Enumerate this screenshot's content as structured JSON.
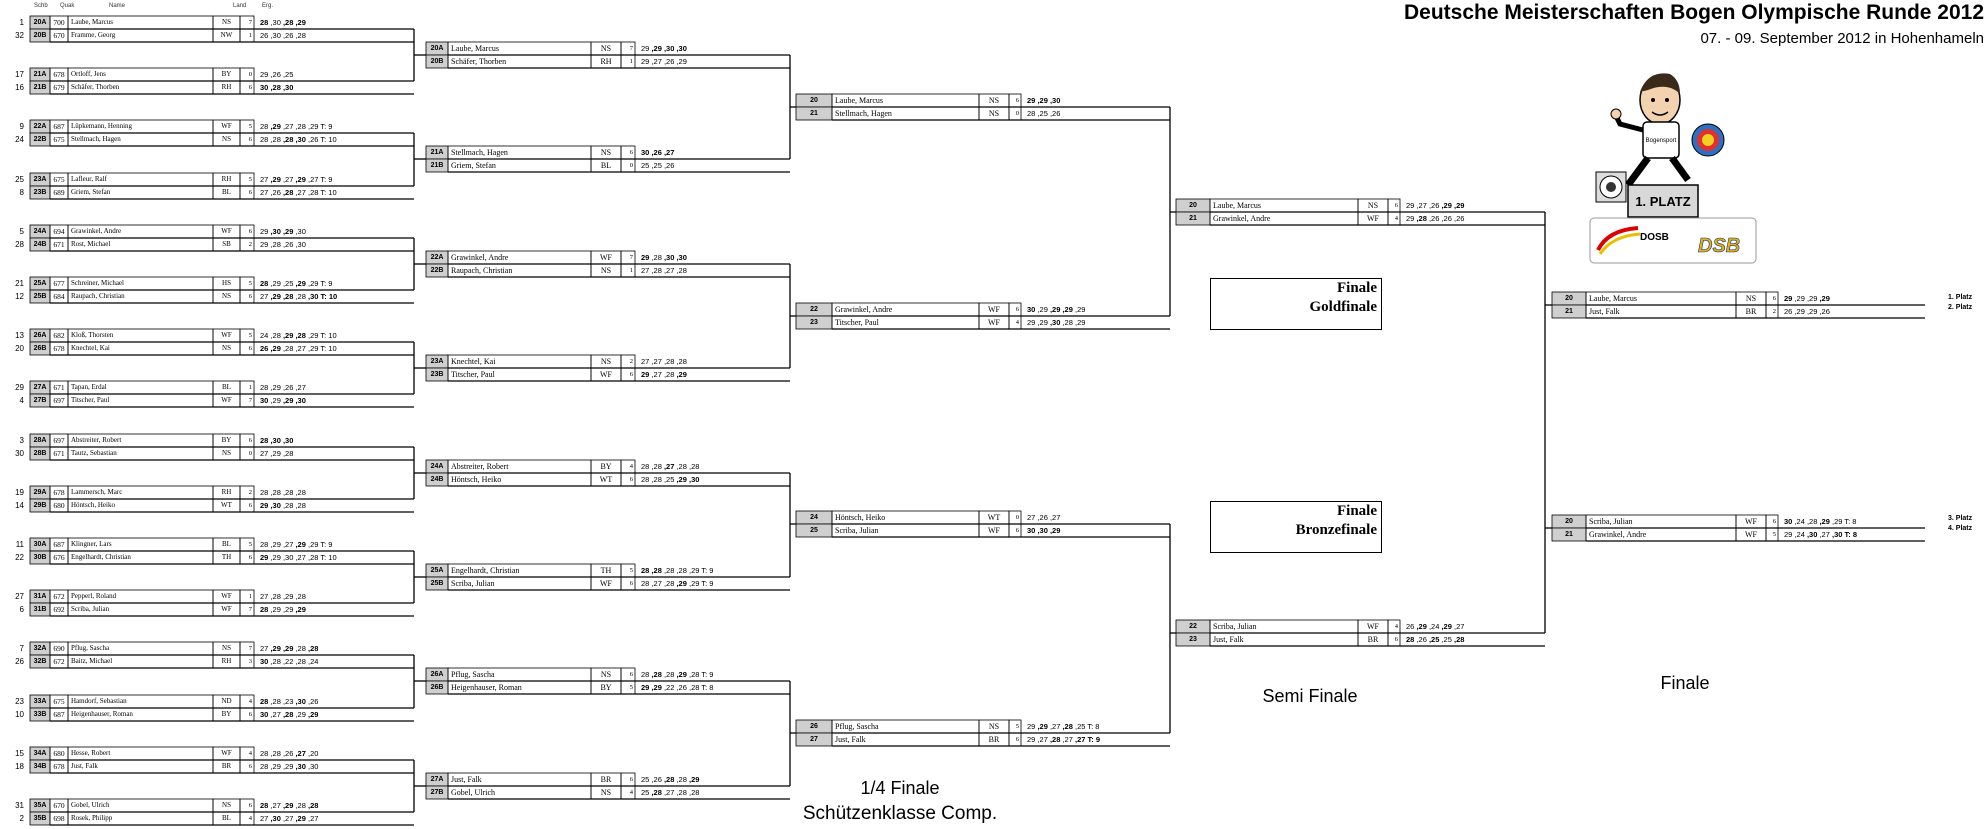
{
  "header": {
    "title": "Deutsche Meisterschaften Bogen Olympische Runde 2012",
    "subtitle": "07. - 09. September 2012 in Hohenhameln",
    "cols": {
      "schb": "Schb",
      "qual": "Quak",
      "name": "Name",
      "land": "Land",
      "erg": "Erg."
    }
  },
  "round1": [
    {
      "seed": "1",
      "code": "20A",
      "qual": "700",
      "name": "Laube, Marcus",
      "land": "NS",
      "sp": "7",
      "ends": [
        "28",
        ",30",
        ",28",
        ",29"
      ],
      "bold": [
        1,
        0,
        1,
        1
      ]
    },
    {
      "seed": "32",
      "code": "20B",
      "qual": "670",
      "name": "Framme, Georg",
      "land": "NW",
      "sp": "1",
      "ends": [
        "26",
        ",30",
        ",26",
        ",28"
      ],
      "bold": [
        0,
        0,
        0,
        0
      ]
    },
    {
      "seed": "17",
      "code": "21A",
      "qual": "678",
      "name": "Ortloff, Jens",
      "land": "BY",
      "sp": "0",
      "ends": [
        "29",
        ",26",
        ",25"
      ],
      "bold": [
        0,
        0,
        0
      ]
    },
    {
      "seed": "16",
      "code": "21B",
      "qual": "679",
      "name": "Schäfer, Thorben",
      "land": "RH",
      "sp": "6",
      "ends": [
        "30",
        ",28",
        ",30"
      ],
      "bold": [
        1,
        1,
        1
      ]
    },
    {
      "seed": "9",
      "code": "22A",
      "qual": "687",
      "name": "Lüpkemann, Henning",
      "land": "WF",
      "sp": "5",
      "ends": [
        "28",
        ",29",
        ",27",
        ",28",
        ",29 T: 9"
      ],
      "bold": [
        0,
        1,
        0,
        0,
        0
      ]
    },
    {
      "seed": "24",
      "code": "22B",
      "qual": "675",
      "name": "Stellmach, Hagen",
      "land": "NS",
      "sp": "6",
      "ends": [
        "28",
        ",28",
        ",28",
        ",30",
        ",26 T: 10"
      ],
      "bold": [
        0,
        0,
        1,
        1,
        0
      ]
    },
    {
      "seed": "25",
      "code": "23A",
      "qual": "675",
      "name": "Lafleur, Ralf",
      "land": "RH",
      "sp": "5",
      "ends": [
        "27",
        ",29",
        ",27",
        ",29",
        ",27 T: 9"
      ],
      "bold": [
        0,
        1,
        0,
        1,
        0
      ]
    },
    {
      "seed": "8",
      "code": "23B",
      "qual": "689",
      "name": "Griem, Stefan",
      "land": "BL",
      "sp": "6",
      "ends": [
        "27",
        ",26",
        ",28",
        ",27",
        ",28 T: 10"
      ],
      "bold": [
        0,
        0,
        1,
        0,
        0
      ]
    },
    {
      "seed": "5",
      "code": "24A",
      "qual": "694",
      "name": "Grawinkel, Andre",
      "land": "WF",
      "sp": "6",
      "ends": [
        "29",
        ",30",
        ",29",
        ",30"
      ],
      "bold": [
        0,
        1,
        1,
        0
      ]
    },
    {
      "seed": "28",
      "code": "24B",
      "qual": "671",
      "name": "Rost, Michael",
      "land": "SB",
      "sp": "2",
      "ends": [
        "29",
        ",28",
        ",26",
        ",30"
      ],
      "bold": [
        0,
        0,
        0,
        0
      ]
    },
    {
      "seed": "21",
      "code": "25A",
      "qual": "677",
      "name": "Schreiner, Michael",
      "land": "HS",
      "sp": "5",
      "ends": [
        "28",
        ",29",
        ",25",
        ",29",
        ",29 T: 9"
      ],
      "bold": [
        1,
        0,
        0,
        1,
        0
      ]
    },
    {
      "seed": "12",
      "code": "25B",
      "qual": "684",
      "name": "Raupach, Christian",
      "land": "NS",
      "sp": "6",
      "ends": [
        "27",
        ",29",
        ",28",
        ",28",
        ",30 T: 10"
      ],
      "bold": [
        0,
        1,
        1,
        0,
        1
      ]
    },
    {
      "seed": "13",
      "code": "26A",
      "qual": "682",
      "name": "Kloß, Thorsten",
      "land": "WF",
      "sp": "5",
      "ends": [
        "24",
        ",28",
        ",29",
        ",28",
        ",29 T: 10"
      ],
      "bold": [
        0,
        0,
        1,
        1,
        0
      ]
    },
    {
      "seed": "20",
      "code": "26B",
      "qual": "678",
      "name": "Knechtel, Kai",
      "land": "NS",
      "sp": "6",
      "ends": [
        "26",
        ",29",
        ",28",
        ",27",
        ",29 T: 10"
      ],
      "bold": [
        1,
        1,
        0,
        0,
        0
      ]
    },
    {
      "seed": "29",
      "code": "27A",
      "qual": "671",
      "name": "Tapan, Erdal",
      "land": "BL",
      "sp": "1",
      "ends": [
        "28",
        ",29",
        ",26",
        ",27"
      ],
      "bold": [
        0,
        0,
        0,
        0
      ]
    },
    {
      "seed": "4",
      "code": "27B",
      "qual": "697",
      "name": "Titscher, Paul",
      "land": "WF",
      "sp": "7",
      "ends": [
        "30",
        ",29",
        ",29",
        ",30"
      ],
      "bold": [
        1,
        0,
        1,
        1
      ]
    },
    {
      "seed": "3",
      "code": "28A",
      "qual": "697",
      "name": "Abstreiter, Robert",
      "land": "BY",
      "sp": "6",
      "ends": [
        "28",
        ",30",
        ",30"
      ],
      "bold": [
        1,
        1,
        1
      ]
    },
    {
      "seed": "30",
      "code": "28B",
      "qual": "671",
      "name": "Tautz, Sebastian",
      "land": "NS",
      "sp": "0",
      "ends": [
        "27",
        ",29",
        ",28"
      ],
      "bold": [
        0,
        0,
        0
      ]
    },
    {
      "seed": "19",
      "code": "29A",
      "qual": "678",
      "name": "Lammersch, Marc",
      "land": "RH",
      "sp": "2",
      "ends": [
        "28",
        ",28",
        ",28",
        ",28"
      ],
      "bold": [
        0,
        0,
        0,
        0
      ]
    },
    {
      "seed": "14",
      "code": "29B",
      "qual": "680",
      "name": "Höntsch, Heiko",
      "land": "WT",
      "sp": "6",
      "ends": [
        "29",
        ",30",
        ",28",
        ",28"
      ],
      "bold": [
        1,
        1,
        0,
        0
      ]
    },
    {
      "seed": "11",
      "code": "30A",
      "qual": "687",
      "name": "Klingner, Lars",
      "land": "BL",
      "sp": "5",
      "ends": [
        "28",
        ",29",
        ",27",
        ",29",
        ",29 T: 9"
      ],
      "bold": [
        0,
        0,
        0,
        1,
        0
      ]
    },
    {
      "seed": "22",
      "code": "30B",
      "qual": "676",
      "name": "Engelhardt, Christian",
      "land": "TH",
      "sp": "6",
      "ends": [
        "29",
        ",29",
        ",30",
        ",27",
        ",28 T: 10"
      ],
      "bold": [
        1,
        0,
        0,
        0,
        0
      ]
    },
    {
      "seed": "27",
      "code": "31A",
      "qual": "672",
      "name": "Pepperl, Roland",
      "land": "WF",
      "sp": "1",
      "ends": [
        "27",
        ",28",
        ",29",
        ",28"
      ],
      "bold": [
        0,
        0,
        0,
        0
      ]
    },
    {
      "seed": "6",
      "code": "31B",
      "qual": "692",
      "name": "Scriba, Julian",
      "land": "WF",
      "sp": "7",
      "ends": [
        "28",
        ",29",
        ",29",
        ",29"
      ],
      "bold": [
        1,
        0,
        0,
        1
      ]
    },
    {
      "seed": "7",
      "code": "32A",
      "qual": "690",
      "name": "Pflug, Sascha",
      "land": "NS",
      "sp": "7",
      "ends": [
        "27",
        ",29",
        ",29",
        ",28",
        ",28"
      ],
      "bold": [
        0,
        1,
        1,
        0,
        1
      ]
    },
    {
      "seed": "26",
      "code": "32B",
      "qual": "672",
      "name": "Baitz, Michael",
      "land": "RH",
      "sp": "3",
      "ends": [
        "30",
        ",28",
        ",22",
        ",28",
        ",24"
      ],
      "bold": [
        1,
        0,
        0,
        0,
        0
      ]
    },
    {
      "seed": "23",
      "code": "33A",
      "qual": "675",
      "name": "Hamdorf, Sebastian",
      "land": "ND",
      "sp": "4",
      "ends": [
        "28",
        ",28",
        ",23",
        ",30",
        ",26"
      ],
      "bold": [
        1,
        0,
        0,
        1,
        0
      ]
    },
    {
      "seed": "10",
      "code": "33B",
      "qual": "687",
      "name": "Heigenhauser, Roman",
      "land": "BY",
      "sp": "6",
      "ends": [
        "30",
        ",27",
        ",28",
        ",29",
        ",29"
      ],
      "bold": [
        1,
        0,
        1,
        0,
        1
      ]
    },
    {
      "seed": "15",
      "code": "34A",
      "qual": "680",
      "name": "Hesse, Robert",
      "land": "WF",
      "sp": "4",
      "ends": [
        "28",
        ",28",
        ",26",
        ",27",
        ",20"
      ],
      "bold": [
        0,
        0,
        0,
        1,
        0
      ]
    },
    {
      "seed": "18",
      "code": "34B",
      "qual": "678",
      "name": "Just, Falk",
      "land": "BR",
      "sp": "6",
      "ends": [
        "28",
        ",29",
        ",29",
        ",30",
        ",30"
      ],
      "bold": [
        0,
        0,
        0,
        1,
        0
      ]
    },
    {
      "seed": "31",
      "code": "35A",
      "qual": "670",
      "name": "Gobel, Ulrich",
      "land": "NS",
      "sp": "6",
      "ends": [
        "28",
        ",27",
        ",29",
        ",28",
        ",28"
      ],
      "bold": [
        1,
        0,
        1,
        0,
        1
      ]
    },
    {
      "seed": "2",
      "code": "35B",
      "qual": "698",
      "name": "Rosek, Philipp",
      "land": "BL",
      "sp": "4",
      "ends": [
        "27",
        ",30",
        ",27",
        ",29",
        ",27"
      ],
      "bold": [
        0,
        1,
        0,
        1,
        0
      ]
    }
  ],
  "round2": [
    {
      "code": "20A",
      "name": "Laube, Marcus",
      "land": "NS",
      "sp": "7",
      "ends": [
        "29",
        ",29",
        ",30",
        ",30"
      ],
      "bold": [
        0,
        1,
        1,
        1
      ]
    },
    {
      "code": "20B",
      "name": "Schäfer, Thorben",
      "land": "RH",
      "sp": "1",
      "ends": [
        "29",
        ",27",
        ",26",
        ",29"
      ],
      "bold": [
        0,
        0,
        0,
        0
      ]
    },
    {
      "code": "21A",
      "name": "Stellmach, Hagen",
      "land": "NS",
      "sp": "6",
      "ends": [
        "30",
        ",26",
        ",27"
      ],
      "bold": [
        1,
        1,
        1
      ]
    },
    {
      "code": "21B",
      "name": "Griem, Stefan",
      "land": "BL",
      "sp": "0",
      "ends": [
        "25",
        ",25",
        ",26"
      ],
      "bold": [
        0,
        0,
        0
      ]
    },
    {
      "code": "22A",
      "name": "Grawinkel, Andre",
      "land": "WF",
      "sp": "7",
      "ends": [
        "29",
        ",28",
        ",30",
        ",30"
      ],
      "bold": [
        1,
        0,
        1,
        1
      ]
    },
    {
      "code": "22B",
      "name": "Raupach, Christian",
      "land": "NS",
      "sp": "1",
      "ends": [
        "27",
        ",28",
        ",27",
        ",28"
      ],
      "bold": [
        0,
        0,
        0,
        0
      ]
    },
    {
      "code": "23A",
      "name": "Knechtel, Kai",
      "land": "NS",
      "sp": "2",
      "ends": [
        "27",
        ",27",
        ",28",
        ",28"
      ],
      "bold": [
        0,
        0,
        0,
        0
      ]
    },
    {
      "code": "23B",
      "name": "Titscher, Paul",
      "land": "WF",
      "sp": "6",
      "ends": [
        "29",
        ",27",
        ",28",
        ",29"
      ],
      "bold": [
        1,
        0,
        0,
        1
      ]
    },
    {
      "code": "24A",
      "name": "Abstreiter, Robert",
      "land": "BY",
      "sp": "4",
      "ends": [
        "28",
        ",28",
        ",27",
        ",28",
        ",28"
      ],
      "bold": [
        0,
        0,
        1,
        0,
        0
      ]
    },
    {
      "code": "24B",
      "name": "Höntsch, Heiko",
      "land": "WT",
      "sp": "6",
      "ends": [
        "28",
        ",28",
        ",25",
        ",29",
        ",30"
      ],
      "bold": [
        0,
        0,
        0,
        1,
        1
      ]
    },
    {
      "code": "25A",
      "name": "Engelhardt, Christian",
      "land": "TH",
      "sp": "5",
      "ends": [
        "28",
        ",28",
        ",28",
        ",28",
        ",29 T: 9"
      ],
      "bold": [
        1,
        1,
        0,
        0,
        0
      ]
    },
    {
      "code": "25B",
      "name": "Scriba, Julian",
      "land": "WF",
      "sp": "6",
      "ends": [
        "28",
        ",27",
        ",28",
        ",29",
        ",29 T: 9"
      ],
      "bold": [
        0,
        0,
        0,
        1,
        0
      ]
    },
    {
      "code": "26A",
      "name": "Pflug, Sascha",
      "land": "NS",
      "sp": "6",
      "ends": [
        "28",
        ",28",
        ",28",
        ",29",
        ",28 T: 9"
      ],
      "bold": [
        0,
        1,
        0,
        1,
        0
      ]
    },
    {
      "code": "26B",
      "name": "Heigenhauser, Roman",
      "land": "BY",
      "sp": "5",
      "ends": [
        "29",
        ",29",
        ",22",
        ",26",
        ",28 T: 8"
      ],
      "bold": [
        1,
        1,
        0,
        0,
        0
      ]
    },
    {
      "code": "27A",
      "name": "Just, Falk",
      "land": "BR",
      "sp": "6",
      "ends": [
        "25",
        ",26",
        ",28",
        ",28",
        ",29"
      ],
      "bold": [
        0,
        0,
        1,
        0,
        1
      ]
    },
    {
      "code": "27B",
      "name": "Gobel, Ulrich",
      "land": "NS",
      "sp": "4",
      "ends": [
        "25",
        ",28",
        ",27",
        ",28",
        ",28"
      ],
      "bold": [
        0,
        1,
        0,
        0,
        0
      ]
    }
  ],
  "quarter": [
    {
      "code": "20",
      "name": "Laube, Marcus",
      "land": "NS",
      "sp": "6",
      "ends": [
        "29",
        ",29",
        ",30"
      ],
      "bold": [
        1,
        1,
        1
      ]
    },
    {
      "code": "21",
      "name": "Stellmach, Hagen",
      "land": "NS",
      "sp": "0",
      "ends": [
        "28",
        ",25",
        ",26"
      ],
      "bold": [
        0,
        0,
        0
      ]
    },
    {
      "code": "22",
      "name": "Grawinkel, Andre",
      "land": "WF",
      "sp": "6",
      "ends": [
        "30",
        ",29",
        ",29",
        ",29",
        ",29"
      ],
      "bold": [
        1,
        0,
        1,
        1,
        0
      ]
    },
    {
      "code": "23",
      "name": "Titscher, Paul",
      "land": "WF",
      "sp": "4",
      "ends": [
        "29",
        ",29",
        ",30",
        ",28",
        ",29"
      ],
      "bold": [
        0,
        0,
        1,
        0,
        0
      ]
    },
    {
      "code": "24",
      "name": "Höntsch, Heiko",
      "land": "WT",
      "sp": "0",
      "ends": [
        "27",
        ",26",
        ",27"
      ],
      "bold": [
        0,
        0,
        0
      ]
    },
    {
      "code": "25",
      "name": "Scriba, Julian",
      "land": "WF",
      "sp": "6",
      "ends": [
        "30",
        ",30",
        ",29"
      ],
      "bold": [
        1,
        1,
        1
      ]
    },
    {
      "code": "26",
      "name": "Pflug, Sascha",
      "land": "NS",
      "sp": "5",
      "ends": [
        "29",
        ",29",
        ",27",
        ",28",
        ",25 T: 8"
      ],
      "bold": [
        0,
        1,
        0,
        1,
        0
      ]
    },
    {
      "code": "27",
      "name": "Just, Falk",
      "land": "BR",
      "sp": "6",
      "ends": [
        "29",
        ",27",
        ",28",
        ",27",
        ",27 T: 9"
      ],
      "bold": [
        0,
        0,
        1,
        0,
        1
      ]
    }
  ],
  "semi": [
    {
      "code": "20",
      "name": "Laube, Marcus",
      "land": "NS",
      "sp": "6",
      "ends": [
        "29",
        ",27",
        ",26",
        ",29",
        ",29"
      ],
      "bold": [
        0,
        0,
        0,
        1,
        1
      ]
    },
    {
      "code": "21",
      "name": "Grawinkel, Andre",
      "land": "WF",
      "sp": "4",
      "ends": [
        "29",
        ",28",
        ",26",
        ",26",
        ",26"
      ],
      "bold": [
        0,
        1,
        0,
        0,
        0
      ]
    },
    {
      "code": "22",
      "name": "Scriba, Julian",
      "land": "WF",
      "sp": "4",
      "ends": [
        "26",
        ",29",
        ",24",
        ",29",
        ",27"
      ],
      "bold": [
        0,
        1,
        0,
        1,
        0
      ]
    },
    {
      "code": "23",
      "name": "Just, Falk",
      "land": "BR",
      "sp": "6",
      "ends": [
        "28",
        ",26",
        ",25",
        ",25",
        ",28"
      ],
      "bold": [
        1,
        0,
        1,
        0,
        1
      ]
    }
  ],
  "final": [
    {
      "code": "20",
      "name": "Laube, Marcus",
      "land": "NS",
      "sp": "6",
      "ends": [
        "29",
        ",29",
        ",29",
        ",29"
      ],
      "bold": [
        1,
        0,
        0,
        1
      ]
    },
    {
      "code": "21",
      "name": "Just, Falk",
      "land": "BR",
      "sp": "2",
      "ends": [
        "26",
        ",29",
        ",29",
        ",26"
      ],
      "bold": [
        0,
        0,
        0,
        0
      ]
    },
    {
      "code": "20",
      "name": "Scriba, Julian",
      "land": "WF",
      "sp": "6",
      "ends": [
        "30",
        ",24",
        ",28",
        ",29",
        ",29 T: 8"
      ],
      "bold": [
        1,
        0,
        0,
        1,
        0
      ]
    },
    {
      "code": "21",
      "name": "Grawinkel, Andre",
      "land": "WF",
      "sp": "5",
      "ends": [
        "29",
        ",24",
        ",30",
        ",27",
        ",30 T: 8"
      ],
      "bold": [
        0,
        0,
        1,
        0,
        1
      ]
    }
  ],
  "places": [
    "1. Platz",
    "2. Platz",
    "3. Platz",
    "4. Platz"
  ],
  "labels": {
    "gold_finale_1": "Finale",
    "gold_finale_2": "Goldfinale",
    "bronze_finale_1": "Finale",
    "bronze_finale_2": "Bronzefinale",
    "semi": "Semi Finale",
    "final": "Finale",
    "quarter": "1/4 Finale",
    "class": "Schützenklasse Comp."
  },
  "logo": {
    "podium": "1. PLATZ",
    "dosb": "DOSB",
    "dsb": "DSB",
    "banner_text": "Bogensport"
  }
}
